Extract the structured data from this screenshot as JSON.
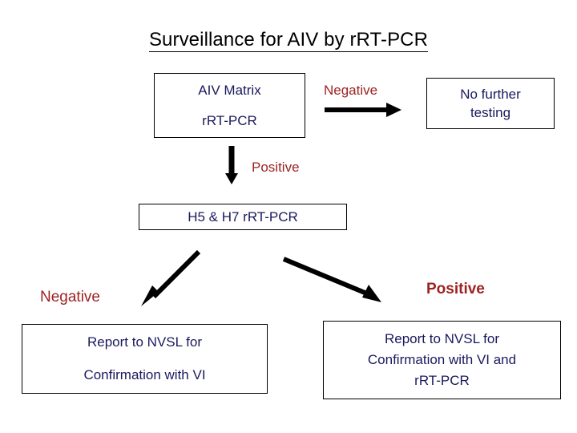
{
  "title": {
    "text": "Surveillance for AIV by rRT-PCR"
  },
  "colors": {
    "text_navy": "#19195e",
    "label_red": "#9e2222",
    "border": "#000000",
    "background": "#ffffff",
    "arrow": "#000000"
  },
  "nodes": {
    "matrix_test": {
      "lines": [
        "AIV Matrix",
        "rRT-PCR"
      ]
    },
    "no_further_testing": {
      "lines": [
        "No further",
        "testing"
      ]
    },
    "h5_h7_test": {
      "lines": [
        "H5 & H7 rRT-PCR"
      ]
    },
    "report_left": {
      "lines": [
        "Report to NVSL for",
        "Confirmation with VI"
      ]
    },
    "report_right": {
      "lines": [
        "Report to NVSL for",
        "Confirmation with VI and",
        "rRT-PCR"
      ]
    }
  },
  "edge_labels": {
    "matrix_negative": "Negative",
    "matrix_positive": "Positive",
    "h5h7_negative": "Negative",
    "h5h7_positive": "Positive"
  },
  "icons": {
    "arrow_right": "arrow-right-icon",
    "arrow_down": "arrow-down-icon",
    "arrow_diagonal_left": "arrow-diagonal-down-left-icon",
    "arrow_diagonal_right": "arrow-diagonal-down-right-icon"
  }
}
